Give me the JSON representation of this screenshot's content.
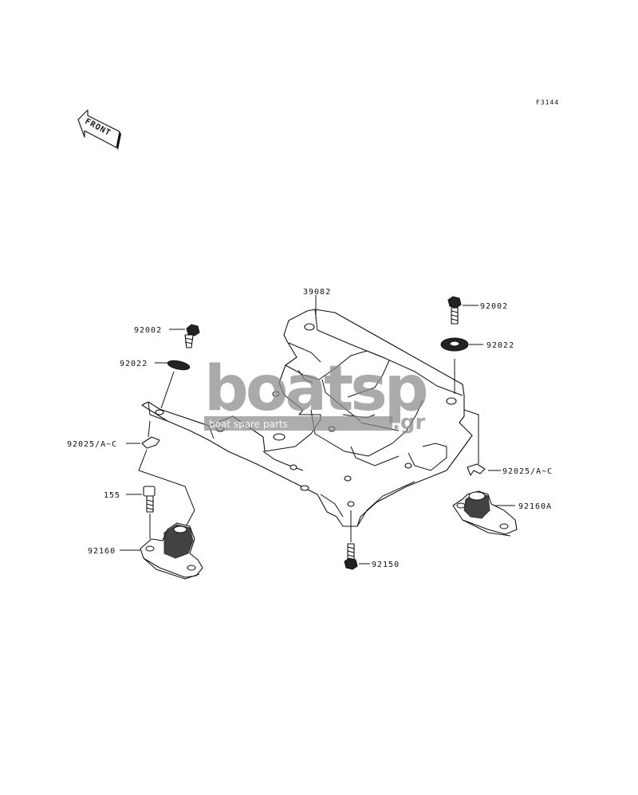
{
  "diagram": {
    "code": "F3144",
    "front_label": "FRONT",
    "watermark": {
      "main": "boatsp",
      "sub": "boat spare parts",
      "suffix": ".gr"
    },
    "parts": {
      "frame": "39082",
      "bolt_right": "92002",
      "washer_right": "92022",
      "bolt_left": "92002",
      "washer_left": "92022",
      "shim_left": "92025/A~C",
      "shim_right": "92025/A~C",
      "bolt_155": "155",
      "mount_left": "92160",
      "bolt_center": "92150",
      "mount_right": "92160A"
    }
  }
}
